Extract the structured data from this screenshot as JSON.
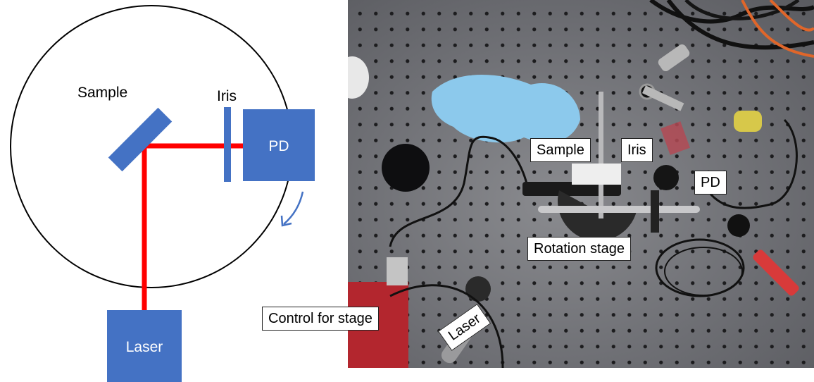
{
  "schematic": {
    "sample_label": "Sample",
    "iris_label": "Iris",
    "pd_label": "PD",
    "laser_label": "Laser",
    "colors": {
      "component": "#4472c4",
      "beam": "#ff0000",
      "outline": "#000000",
      "arrow": "#4472c4"
    }
  },
  "photo": {
    "labels": {
      "sample": "Sample",
      "iris": "Iris",
      "pd": "PD",
      "rotation_stage": "Rotation stage",
      "control_for_stage": "Control for stage",
      "laser": "Laser"
    },
    "colors": {
      "table": "#6f7075",
      "glove": "#8cc9ec",
      "cable_orange": "#e0662a",
      "usb": "#d83a3a"
    }
  }
}
